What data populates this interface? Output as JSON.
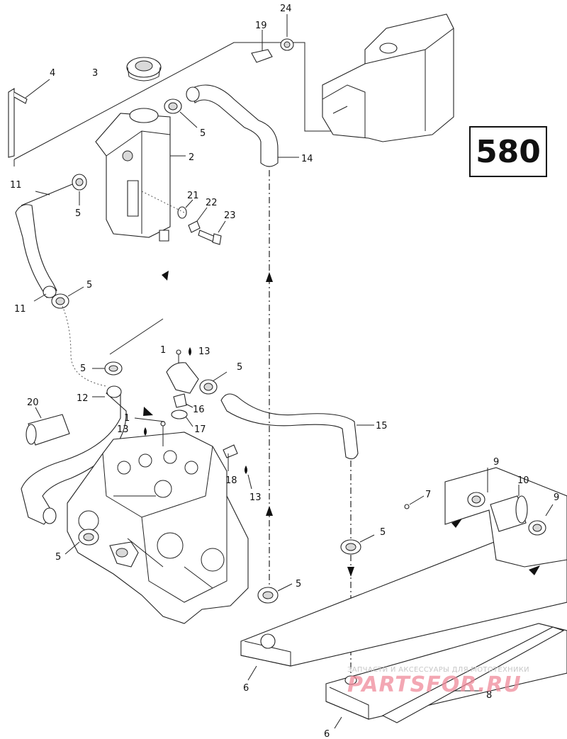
{
  "diagram": {
    "page_number": "580",
    "labels": [
      {
        "id": "l24",
        "text": "24"
      },
      {
        "id": "l19",
        "text": "19"
      },
      {
        "id": "l4",
        "text": "4"
      },
      {
        "id": "l3",
        "text": "3"
      },
      {
        "id": "l5a",
        "text": "5"
      },
      {
        "id": "l2",
        "text": "2"
      },
      {
        "id": "l14",
        "text": "14"
      },
      {
        "id": "l11a",
        "text": "11"
      },
      {
        "id": "l5b",
        "text": "5"
      },
      {
        "id": "l21",
        "text": "21"
      },
      {
        "id": "l22",
        "text": "22"
      },
      {
        "id": "l23",
        "text": "23"
      },
      {
        "id": "l5c",
        "text": "5"
      },
      {
        "id": "l11b",
        "text": "11"
      },
      {
        "id": "l1a",
        "text": "1"
      },
      {
        "id": "l13a",
        "text": "13"
      },
      {
        "id": "l5d",
        "text": "5"
      },
      {
        "id": "l5e",
        "text": "5"
      },
      {
        "id": "l12",
        "text": "12"
      },
      {
        "id": "l16",
        "text": "16"
      },
      {
        "id": "l20",
        "text": "20"
      },
      {
        "id": "l1b",
        "text": "1"
      },
      {
        "id": "l15",
        "text": "15"
      },
      {
        "id": "l13b",
        "text": "13"
      },
      {
        "id": "l17",
        "text": "17"
      },
      {
        "id": "l18",
        "text": "18"
      },
      {
        "id": "l9a",
        "text": "9"
      },
      {
        "id": "l13c",
        "text": "13"
      },
      {
        "id": "l7",
        "text": "7"
      },
      {
        "id": "l10",
        "text": "10"
      },
      {
        "id": "l9b",
        "text": "9"
      },
      {
        "id": "l5f",
        "text": "5"
      },
      {
        "id": "l5g",
        "text": "5"
      },
      {
        "id": "l5h",
        "text": "5"
      },
      {
        "id": "l6a",
        "text": "6"
      },
      {
        "id": "l8",
        "text": "8"
      },
      {
        "id": "l6b",
        "text": "6"
      }
    ]
  },
  "watermark": {
    "caption": "ЗАПЧАСТИ И АКСЕССУАРЫ ДЛЯ МОТОТЕХНИКИ",
    "logo": "PARTSFOR.RU"
  }
}
